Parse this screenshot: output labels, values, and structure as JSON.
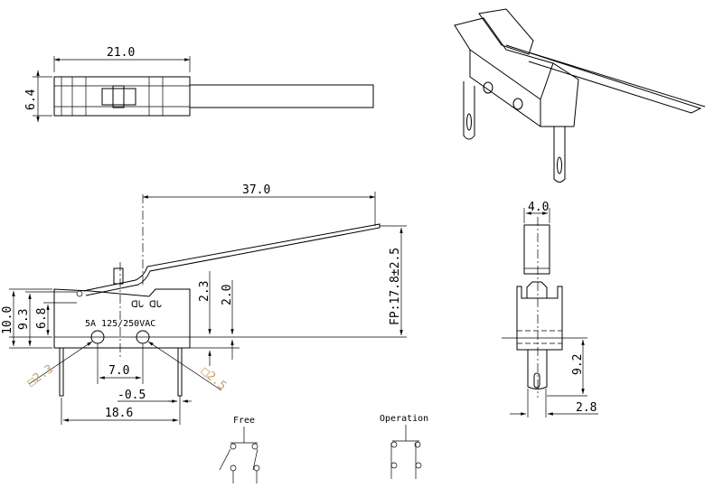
{
  "top_view": {
    "length": "21.0",
    "height": "6.4"
  },
  "side_view": {
    "lever_length": "37.0",
    "free_position": "FP:17.8±2.5",
    "dim_2_3": "2.3",
    "dim_2_0": "2.0",
    "height_10_0": "10.0",
    "height_9_3": "9.3",
    "height_6_8": "6.8",
    "rating": "5A 125/250VAC",
    "hole_left": "□2.3",
    "hole_right": "□2.5",
    "hole_spacing": "7.0",
    "offset": "-0.5",
    "pin_spacing": "18.6"
  },
  "end_view": {
    "width": "4.0",
    "pin_length": "9.2",
    "pin_width": "2.8"
  },
  "schematic": {
    "free_label": "Free",
    "operation_label": "Operation"
  }
}
